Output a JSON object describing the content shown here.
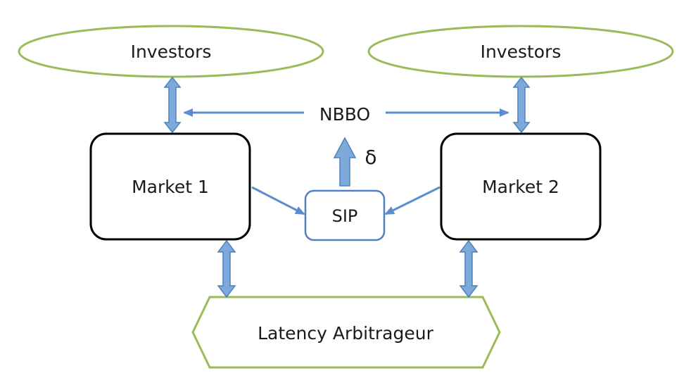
{
  "diagram": {
    "nodes": {
      "investors_left": {
        "label": "Investors",
        "shape": "ellipse"
      },
      "investors_right": {
        "label": "Investors",
        "shape": "ellipse"
      },
      "market_1": {
        "label": "Market 1",
        "shape": "rounded-rect"
      },
      "market_2": {
        "label": "Market 2",
        "shape": "rounded-rect"
      },
      "sip": {
        "label": "SIP",
        "shape": "rounded-rect"
      },
      "arbitrageur": {
        "label": "Latency Arbitrageur",
        "shape": "hexagon"
      }
    },
    "labels": {
      "nbbo": "NBBO",
      "delta": "δ"
    },
    "edges": [
      {
        "from": "investors_left",
        "to": "market_1",
        "style": "double-block-arrow"
      },
      {
        "from": "investors_right",
        "to": "market_2",
        "style": "double-block-arrow"
      },
      {
        "from": "market_1",
        "to": "sip",
        "style": "line-arrow"
      },
      {
        "from": "market_2",
        "to": "sip",
        "style": "line-arrow"
      },
      {
        "from": "sip",
        "to": "nbbo",
        "style": "block-arrow",
        "label": "δ"
      },
      {
        "from": "nbbo",
        "to": "investors_left",
        "style": "line-arrow"
      },
      {
        "from": "nbbo",
        "to": "investors_right",
        "style": "line-arrow"
      },
      {
        "from": "market_1",
        "to": "arbitrageur",
        "style": "double-block-arrow"
      },
      {
        "from": "market_2",
        "to": "arbitrageur",
        "style": "double-block-arrow"
      }
    ],
    "colors": {
      "ellipse_stroke": "#9bbb59",
      "hexagon_stroke": "#9bbb59",
      "market_stroke": "#000000",
      "sip_stroke": "#4f81bd",
      "arrow_fill": "#7eaadb",
      "arrow_stroke": "#4f81bd",
      "line_arrow": "#5b8ed0"
    }
  }
}
